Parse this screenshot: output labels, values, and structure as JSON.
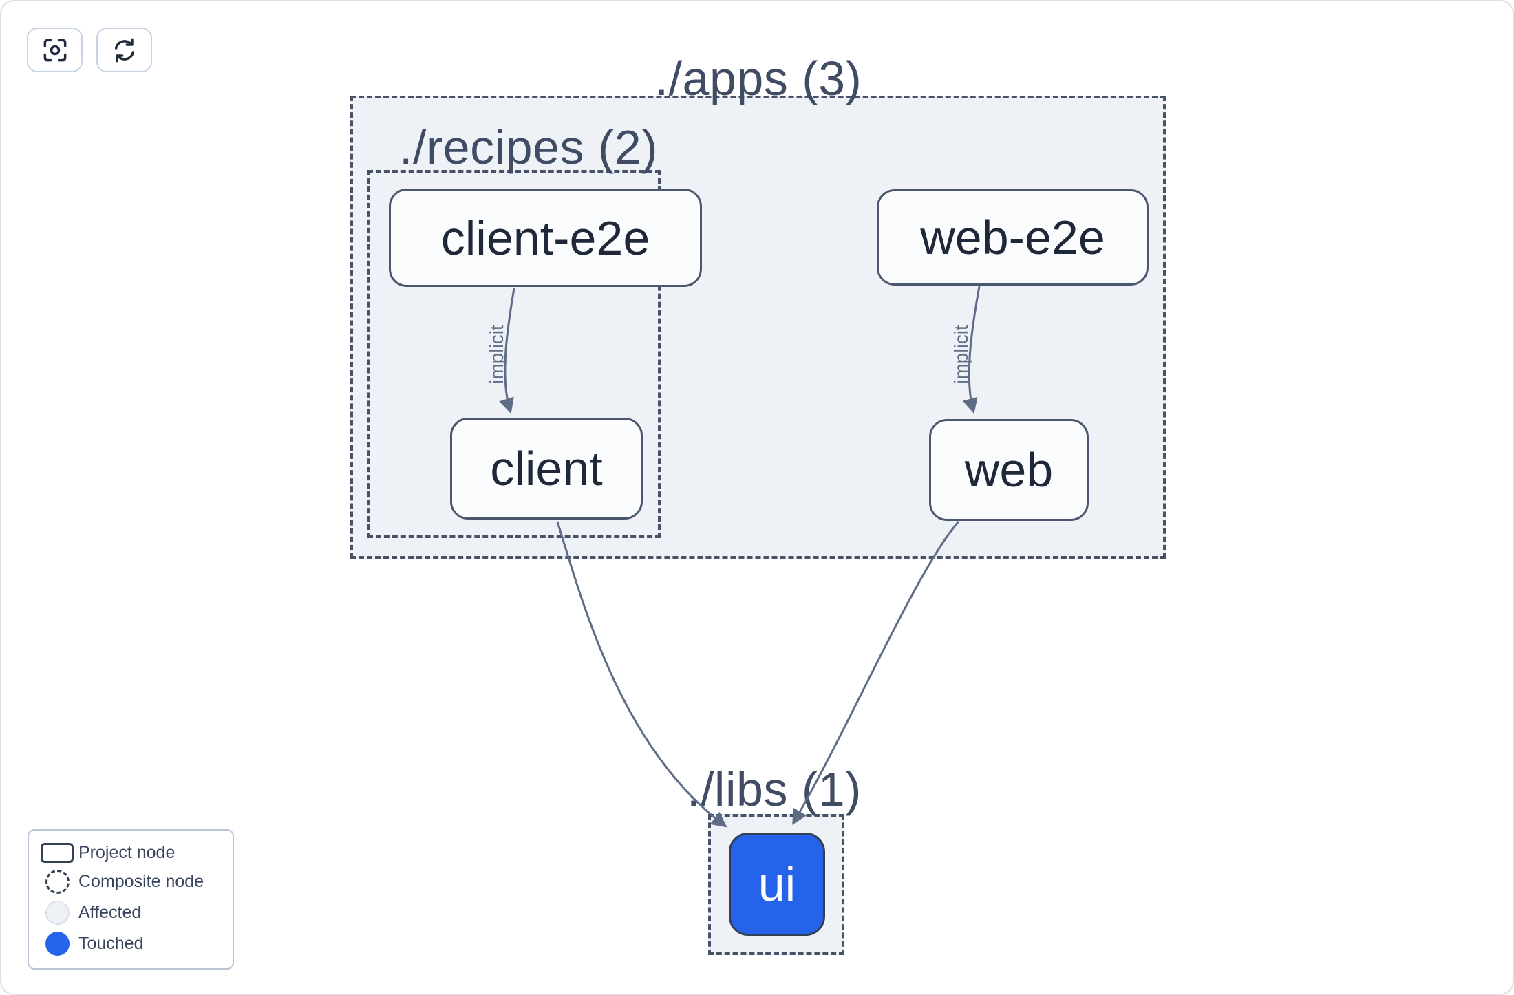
{
  "toolbar": {
    "focus_button": {
      "icon": "focus-icon",
      "action": "center graph"
    },
    "refresh_button": {
      "icon": "refresh-icon",
      "action": "refresh graph"
    }
  },
  "graph": {
    "groups": {
      "apps": {
        "label": "./apps (3)",
        "count": 3
      },
      "recipes": {
        "label": "./recipes (2)",
        "count": 2
      },
      "libs": {
        "label": "./libs (1)",
        "count": 1
      }
    },
    "nodes": {
      "client_e2e": {
        "label": "client-e2e",
        "state": "default"
      },
      "web_e2e": {
        "label": "web-e2e",
        "state": "default"
      },
      "client": {
        "label": "client",
        "state": "default"
      },
      "web": {
        "label": "web",
        "state": "default"
      },
      "ui": {
        "label": "ui",
        "state": "touched"
      }
    },
    "edges": [
      {
        "from": "client-e2e",
        "to": "client",
        "label": "implicit"
      },
      {
        "from": "web-e2e",
        "to": "web",
        "label": "implicit"
      },
      {
        "from": "client",
        "to": "ui",
        "label": ""
      },
      {
        "from": "web",
        "to": "ui",
        "label": ""
      }
    ]
  },
  "legend": {
    "items": [
      {
        "label": "Project node",
        "swatch": "project"
      },
      {
        "label": "Composite node",
        "swatch": "composite"
      },
      {
        "label": "Affected",
        "swatch": "affected"
      },
      {
        "label": "Touched",
        "swatch": "touched"
      }
    ]
  },
  "colors": {
    "touched_blue": "#2563eb",
    "container_fill": "#eef1f6",
    "dashed_border": "#475266",
    "edge": "#5e6c86",
    "node_background": "#fbfcfe",
    "node_border": "#4b576e",
    "node_text": "#1e2838",
    "group_label_text": "#3f4c64"
  }
}
